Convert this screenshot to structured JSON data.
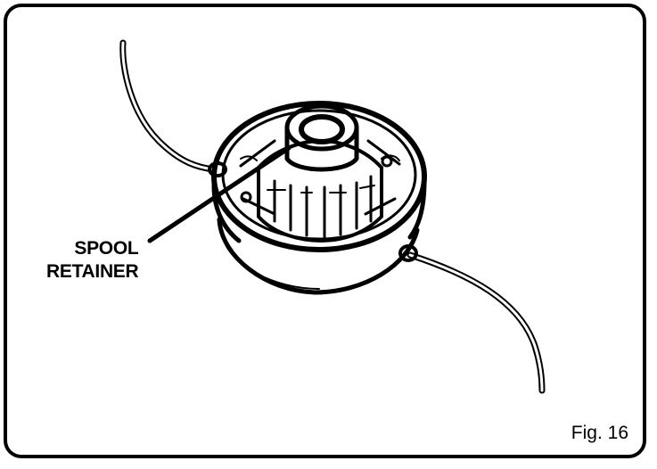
{
  "label": {
    "line1": "SPOOL",
    "line2": "RETAINER"
  },
  "figure_caption": "Fig. 16",
  "colors": {
    "ink": "#000000",
    "paper": "#ffffff"
  },
  "icons": [
    "trimmer-head-illustration",
    "trimmer-line",
    "leader-line"
  ]
}
